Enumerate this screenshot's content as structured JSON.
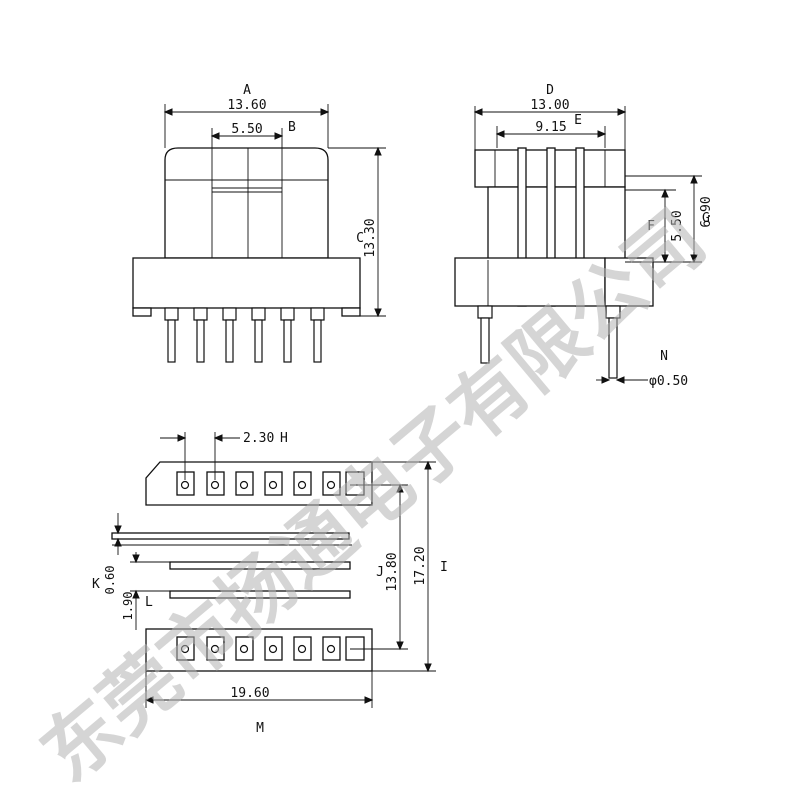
{
  "drawing": {
    "labels": {
      "A": "A",
      "B": "B",
      "C": "C",
      "D": "D",
      "E": "E",
      "F": "F",
      "G": "G",
      "H": "H",
      "I": "I",
      "J": "J",
      "K": "K",
      "L": "L",
      "M": "M",
      "N": "N"
    },
    "dimensions": {
      "A": "13.60",
      "B": "5.50",
      "C": "13.30",
      "D": "13.00",
      "E": "9.15",
      "F": "5.50",
      "G": "6.90",
      "H": "2.30",
      "I": "17.20",
      "J": "13.80",
      "K": "0.60",
      "L": "1.90",
      "M": "19.60",
      "N": "φ0.50"
    }
  },
  "watermark": {
    "text": "东莞市扬通电子有限公司",
    "color": "#b4b4b4"
  }
}
